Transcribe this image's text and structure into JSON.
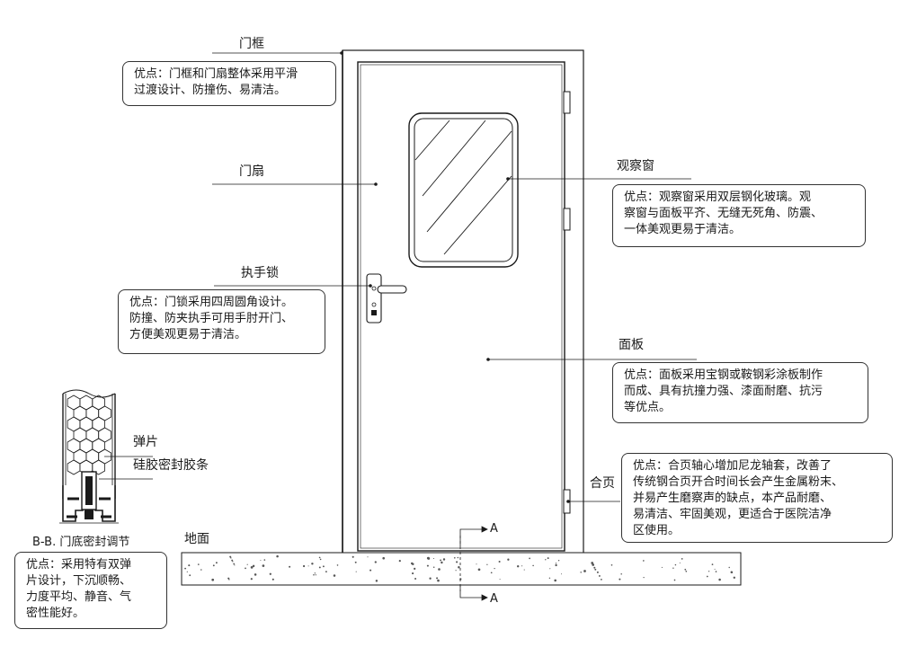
{
  "parts": {
    "frame": {
      "label": "门框",
      "note": "优点：门框和门扇整体采用平滑\n过渡设计、防撞伤、易清洁。"
    },
    "leaf": {
      "label": "门扇"
    },
    "lock": {
      "label": "执手锁",
      "note": "优点：门锁采用四周圆角设计。\n防撞、防夹执手可用手肘开门、\n方便美观更易于清洁。"
    },
    "window": {
      "label": "观察窗",
      "note": "优点：观察窗采用双层钢化玻璃。观\n察窗与面板平齐、无缝无死角、防震、\n一体美观更易于清洁。"
    },
    "panel": {
      "label": "面板",
      "note": "优点：面板采用宝钢或鞍钢彩涂板制作\n而成、具有抗撞力强、漆面耐磨、抗污\n等优点。"
    },
    "hinge": {
      "label": "合页",
      "note": "优点：合页轴心增加尼龙轴套，改善了\n传统钢合页开合时间长会产生金属粉末、\n并易产生磨察声的缺点，本产品耐磨、\n易清洁、牢固美观，更适合于医院洁净\n区使用。"
    },
    "spring": {
      "label": "弹片"
    },
    "seal_strip": {
      "label": "硅胶密封胶条"
    },
    "bottom_seal": {
      "caption": "B-B. 门底密封调节",
      "note": "优点：采用特有双弹\n片设计，下沉顺畅、\n力度平均、静音、气\n密性能好。"
    },
    "ground": {
      "label": "地面"
    }
  },
  "section_marks": {
    "top": "A",
    "bottom": "A"
  },
  "colors": {
    "line": "#1a1a1a",
    "border": "#333333",
    "background": "#ffffff"
  }
}
